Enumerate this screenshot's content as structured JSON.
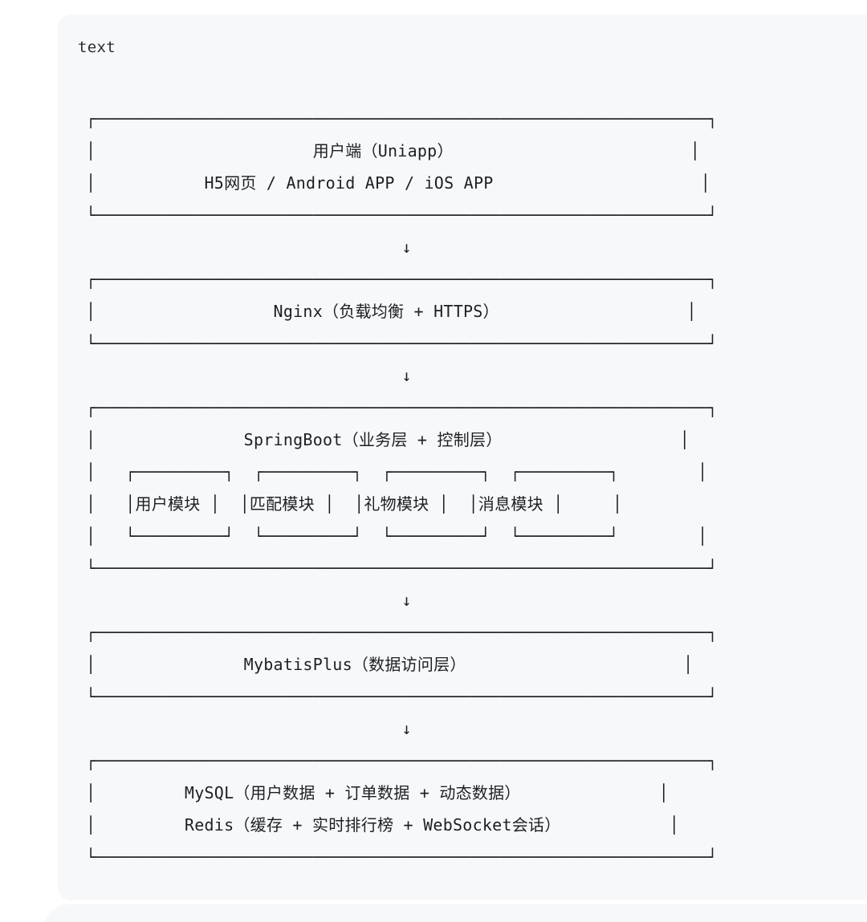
{
  "code_block": {
    "language_label": "text",
    "ascii_lines": [
      "┌──────────────────────────────────────────────────────────────┐",
      "│                      用户端（Uniapp）                        │",
      "│           H5网页 / Android APP / iOS APP                     │",
      "└──────────────────────────────────────────────────────────────┘",
      "                                ↓",
      "┌──────────────────────────────────────────────────────────────┐",
      "│                  Nginx（负载均衡 + HTTPS）                   │",
      "└──────────────────────────────────────────────────────────────┘",
      "                                ↓",
      "┌──────────────────────────────────────────────────────────────┐",
      "│               SpringBoot（业务层 + 控制层）                  │",
      "│   ┌─────────┐  ┌─────────┐  ┌─────────┐  ┌─────────┐        │",
      "│   │用户模块 │  │匹配模块 │  │礼物模块 │  │消息模块 │     │",
      "│   └─────────┘  └─────────┘  └─────────┘  └─────────┘        │",
      "└──────────────────────────────────────────────────────────────┘",
      "                                ↓",
      "┌──────────────────────────────────────────────────────────────┐",
      "│               MybatisPlus（数据访问层）                      │",
      "└──────────────────────────────────────────────────────────────┘",
      "                                ↓",
      "┌──────────────────────────────────────────────────────────────┐",
      "│         MySQL（用户数据 + 订单数据 + 动态数据）              │",
      "│         Redis（缓存 + 实时排行榜 + WebSocket会话）           │",
      "└──────────────────────────────────────────────────────────────┘"
    ]
  },
  "diagram": {
    "flow_direction": "top-to-bottom",
    "arrow_glyph": "↓",
    "nodes": [
      {
        "title": "用户端（Uniapp）",
        "subtitle": "H5网页 / Android APP / iOS APP"
      },
      {
        "title": "Nginx（负载均衡 + HTTPS）"
      },
      {
        "title": "SpringBoot（业务层 + 控制层）",
        "modules": [
          "用户模块",
          "匹配模块",
          "礼物模块",
          "消息模块"
        ]
      },
      {
        "title": "MybatisPlus（数据访问层）"
      },
      {
        "title": "MySQL（用户数据 + 订单数据 + 动态数据）",
        "subtitle": "Redis（缓存 + 实时排行榜 + WebSocket会话）"
      }
    ]
  },
  "colors": {
    "page_bg": "#ffffff",
    "card_bg": "#f7f8f9",
    "text": "#1d1f21"
  }
}
